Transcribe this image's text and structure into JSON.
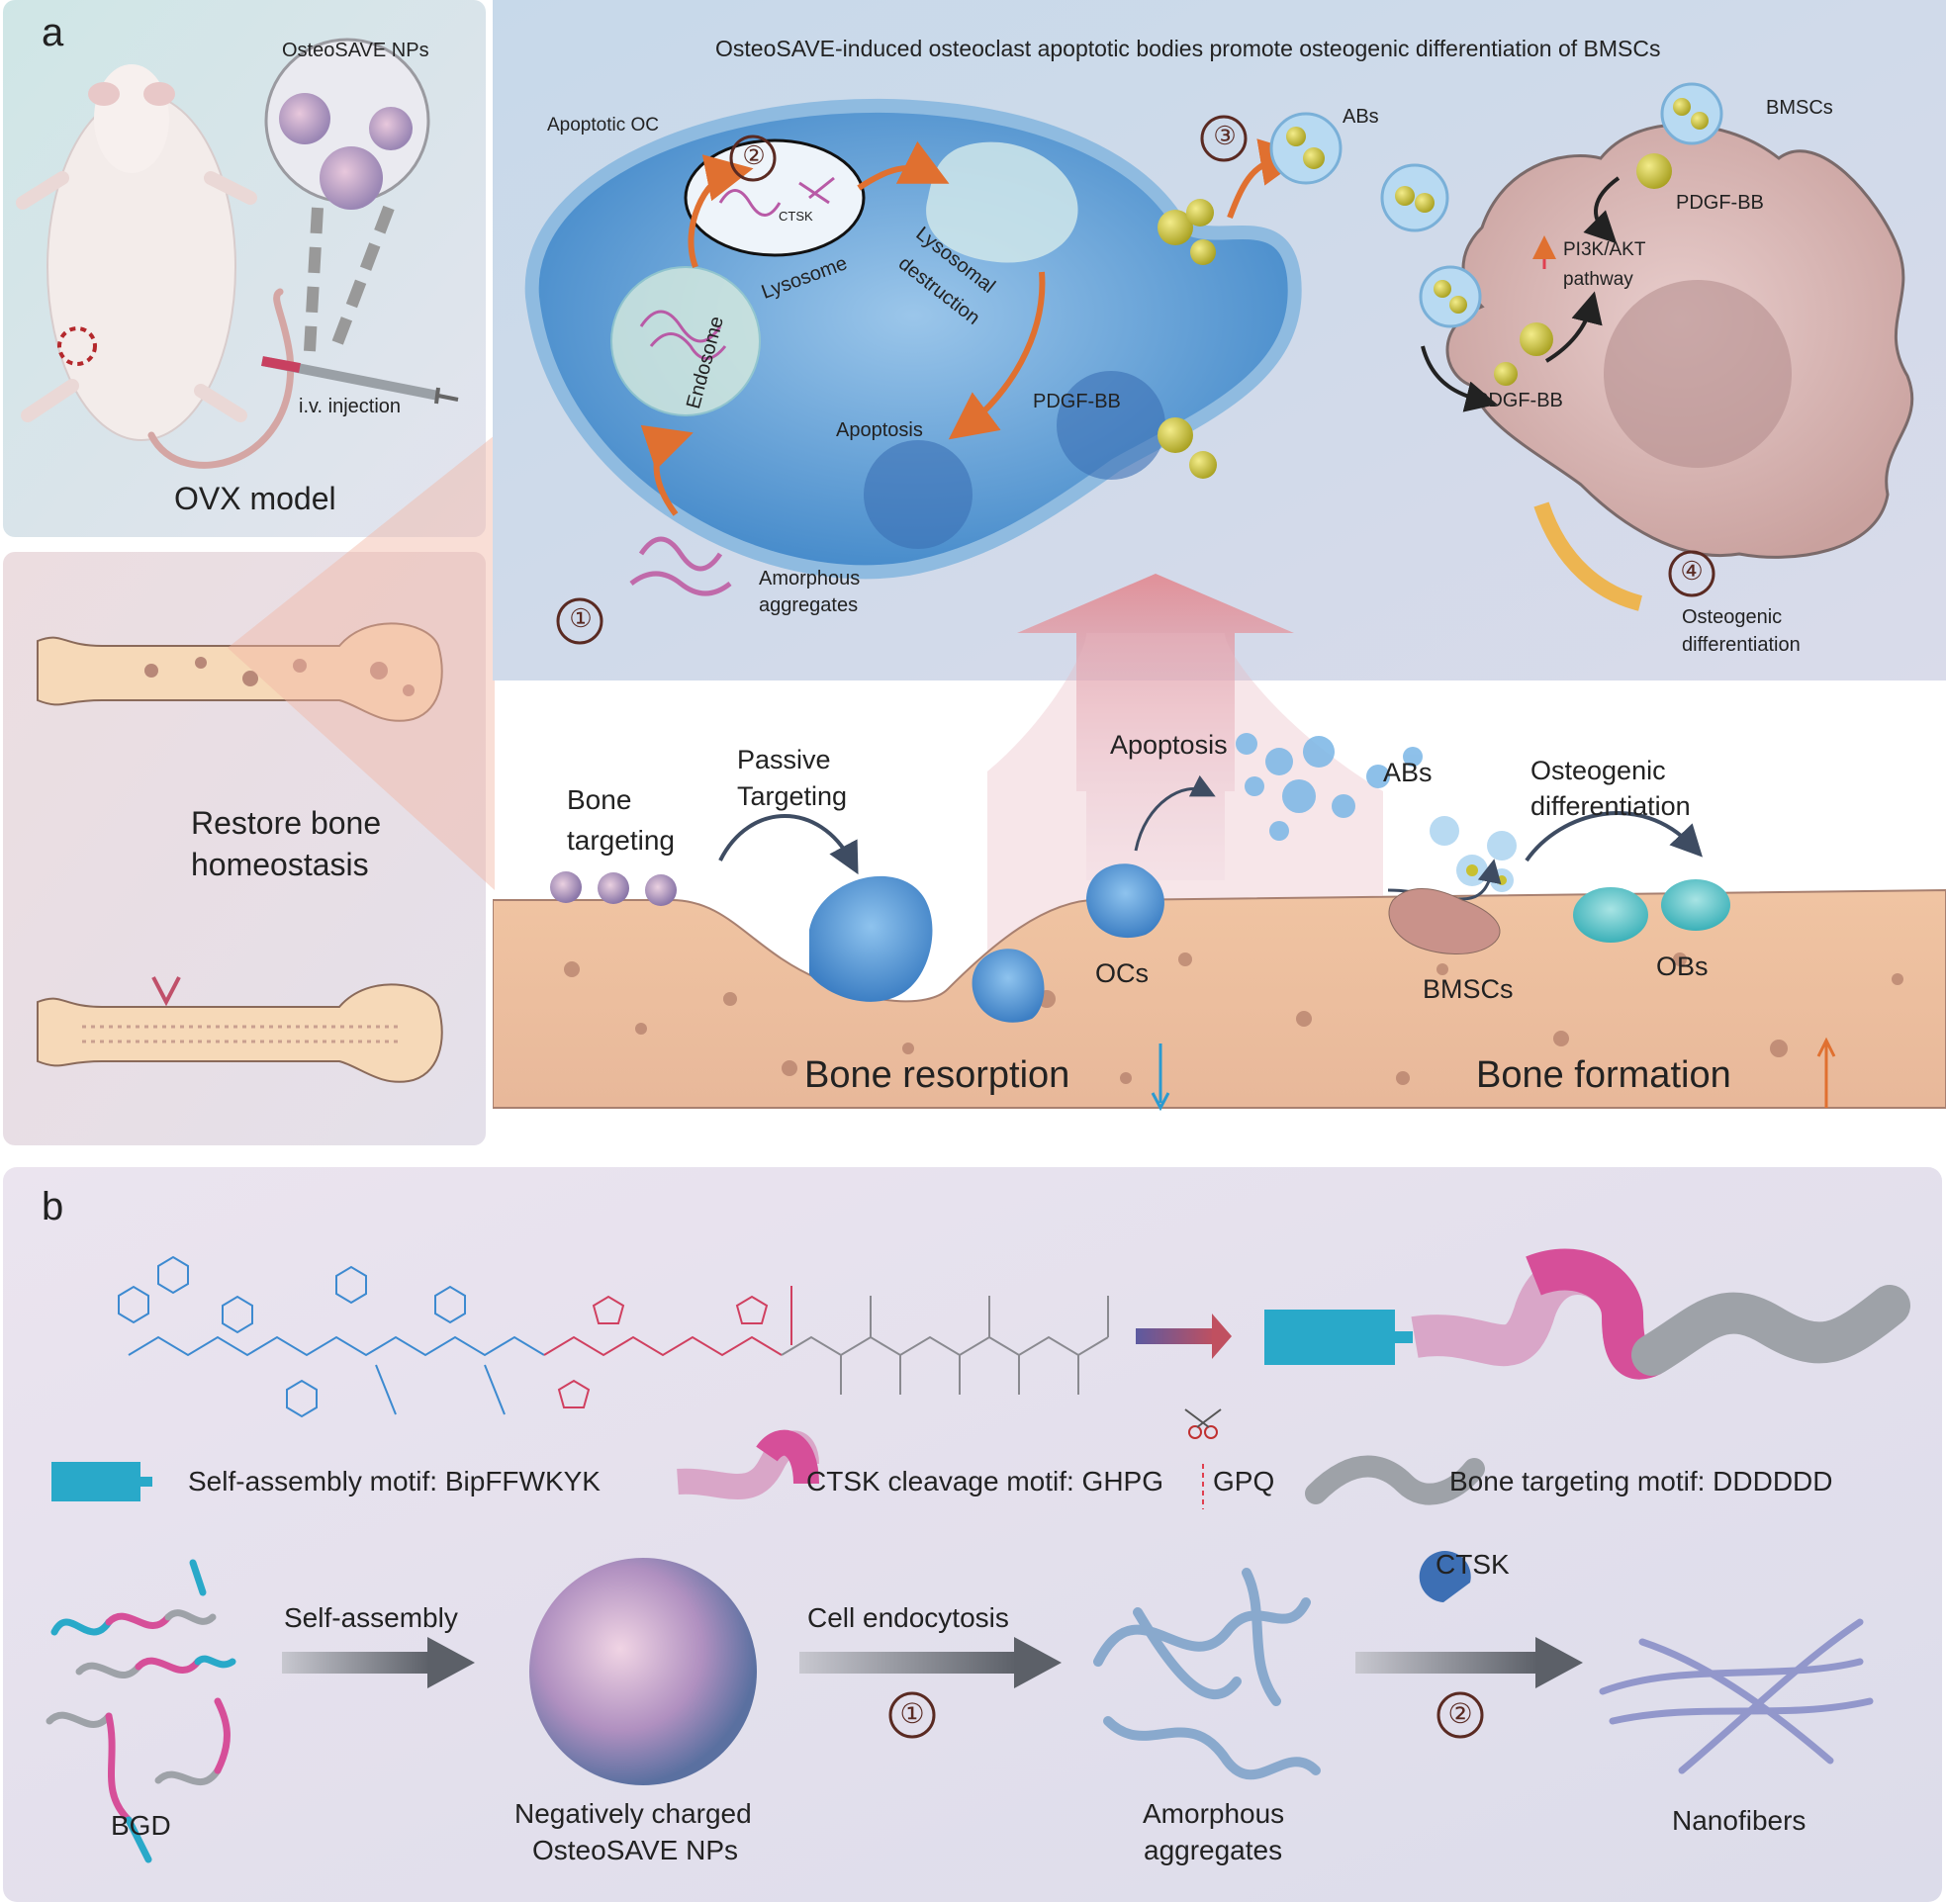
{
  "panel_a": {
    "label": "a",
    "model": {
      "nps_label": "OsteoSAVE NPs",
      "injection_label": "i.v. injection",
      "model_label": "OVX model"
    },
    "bone": {
      "restore_label": "Restore bone homeostasis"
    },
    "cell_panel": {
      "title": "OsteoSAVE-induced osteoclast apoptotic bodies promote osteogenic differentiation of BMSCs",
      "apoptotic_oc": "Apoptotic OC",
      "lysosome": "Lysosome",
      "ctsk": "CTSK",
      "lysosomal_destruction_1": "Lysosomal",
      "lysosomal_destruction_2": "destruction",
      "endosome": "Endosome",
      "apoptosis": "Apoptosis",
      "pdgf_bb": "PDGF-BB",
      "amorphous_1": "Amorphous",
      "amorphous_2": "aggregates",
      "abs": "ABs",
      "bmscs": "BMSCs",
      "pathway_1": "PI3K/AKT",
      "pathway_2": "pathway",
      "osteogenic_1": "Osteogenic",
      "osteogenic_2": "differentiation",
      "steps": [
        "①",
        "②",
        "③",
        "④"
      ]
    },
    "surface": {
      "bone_targeting_1": "Bone",
      "bone_targeting_2": "targeting",
      "passive_1": "Passive",
      "passive_2": "Targeting",
      "apoptosis": "Apoptosis",
      "abs": "ABs",
      "osteogenic_1": "Osteogenic",
      "osteogenic_2": "differentiation",
      "ocs": "OCs",
      "bmscs": "BMSCs",
      "obs": "OBs",
      "bone_resorption": "Bone resorption",
      "bone_formation": "Bone formation"
    }
  },
  "panel_b": {
    "label": "b",
    "legend": [
      {
        "text": "Self-assembly motif: BipFFWKYK",
        "icon": "self-assembly-block-icon"
      },
      {
        "text": "CTSK cleavage motif: GHPG",
        "text_2": "GPQ",
        "icon": "ctsk-cleavage-curve-icon"
      },
      {
        "text": "Bone targeting motif: DDDDDD",
        "icon": "bone-targeting-wave-icon"
      }
    ],
    "flow": {
      "bgd": "BGD",
      "self_assembly": "Self-assembly",
      "nps_1": "Negatively charged",
      "nps_2": "OsteoSAVE NPs",
      "endocytosis": "Cell endocytosis",
      "step1": "①",
      "aggregates_1": "Amorphous",
      "aggregates_2": "aggregates",
      "ctsk": "CTSK",
      "step2": "②",
      "nanofibers": "Nanofibers"
    },
    "colors": {
      "self_assembly": "#29a9c9",
      "cleavage": "#d96aa3",
      "targeting": "#9ea2a8"
    }
  }
}
